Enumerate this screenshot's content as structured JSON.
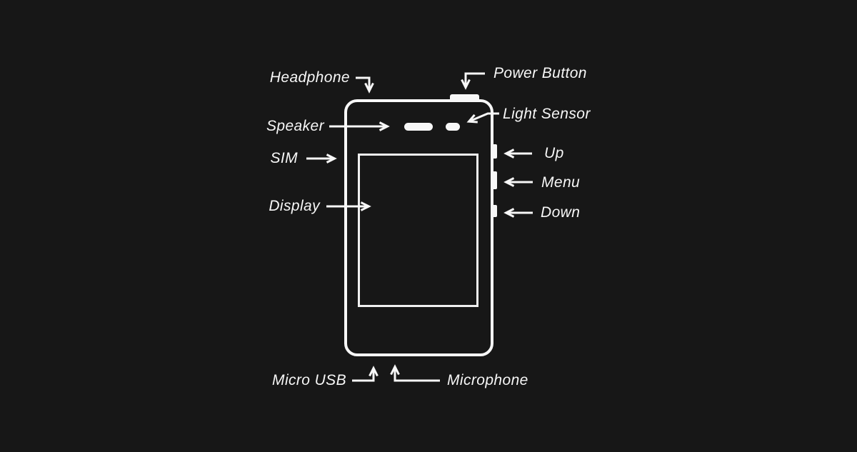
{
  "diagram": {
    "subject": "phone-hardware-diagram",
    "colors": {
      "background": "#171717",
      "line": "#f7f7f7"
    },
    "labels": {
      "headphone": "Headphone",
      "power_button": "Power Button",
      "speaker": "Speaker",
      "light_sensor": "Light Sensor",
      "sim": "SIM",
      "up": "Up",
      "menu": "Menu",
      "down": "Down",
      "display": "Display",
      "micro_usb": "Micro USB",
      "microphone": "Microphone"
    },
    "parts": [
      "headphone-jack",
      "power-button",
      "speaker",
      "light-sensor",
      "sim-slot",
      "up-button",
      "menu-button",
      "down-button",
      "display",
      "micro-usb-port",
      "microphone"
    ]
  }
}
